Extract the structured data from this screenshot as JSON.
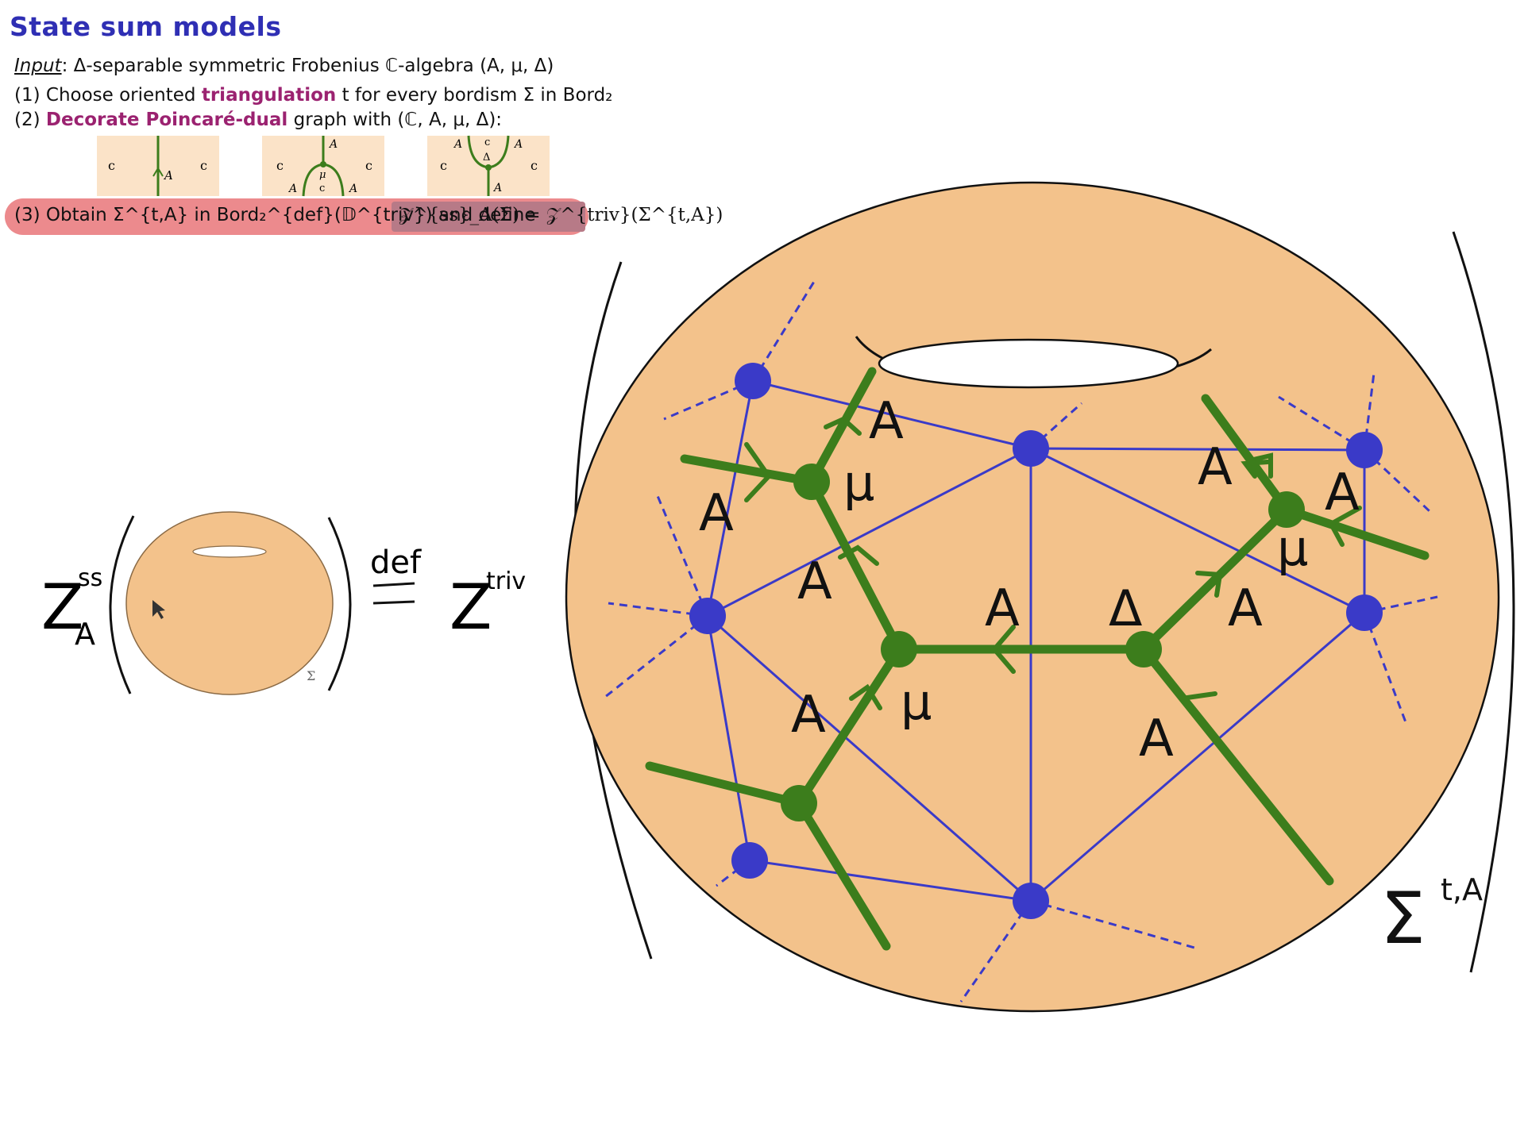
{
  "slide": {
    "title": "State sum models",
    "input_label": "Input",
    "input_text": ": Δ-separable symmetric Frobenius ℂ-algebra (A, μ, Δ)",
    "step1_prefix": "(1) Choose oriented ",
    "step1_highlight": "triangulation",
    "step1_suffix": " t for every bordism Σ in Bord₂",
    "step2_prefix": "(2) ",
    "step2_highlight": "Decorate Poincaré-dual",
    "step2_suffix": " graph with (ℂ, A, μ, Δ):",
    "step3_text": "(3) Obtain Σ^{t,A} in Bord₂^{def}(𝔻^{triv}) and define",
    "step3_formula": "𝒵^{ss}_A(Σ) = 𝒵^{triv}(Σ^{t,A})"
  },
  "panels": [
    {
      "left_label": "c",
      "right_label": "c",
      "edge_label": "A"
    },
    {
      "left_label": "c",
      "right_label": "c",
      "top_label": "A",
      "center_label": "μ",
      "bottom_mid_label": "c",
      "bottom_left_label": "A",
      "bottom_right_label": "A"
    },
    {
      "left_label": "c",
      "right_label": "c",
      "top_left_label": "A",
      "top_mid_label": "c",
      "top_right_label": "A",
      "center_label": "Δ",
      "bottom_label": "A"
    }
  ],
  "formula": {
    "lhs_symbol": "Z",
    "lhs_superscript": "ss",
    "lhs_subscript": "A",
    "surface_label": "Σ",
    "equals_label": "def",
    "rhs_symbol": "Z",
    "rhs_superscript": "triv"
  },
  "big_diagram": {
    "edge_labels": [
      "A",
      "A",
      "A",
      "A",
      "A",
      "A",
      "A",
      "A",
      "A"
    ],
    "mu_label": "μ",
    "delta_label": "Δ",
    "sigma_label": "Σ",
    "sigma_superscript": "t,A"
  },
  "colors": {
    "title": "#2f2fb4",
    "highlight": "#9b2270",
    "band": "#ec8a8d",
    "surface": "#f3c28b",
    "panel_bg": "#fbe3c8",
    "triangulation": "#3a3ac8",
    "dual_graph": "#3c7d1c"
  }
}
